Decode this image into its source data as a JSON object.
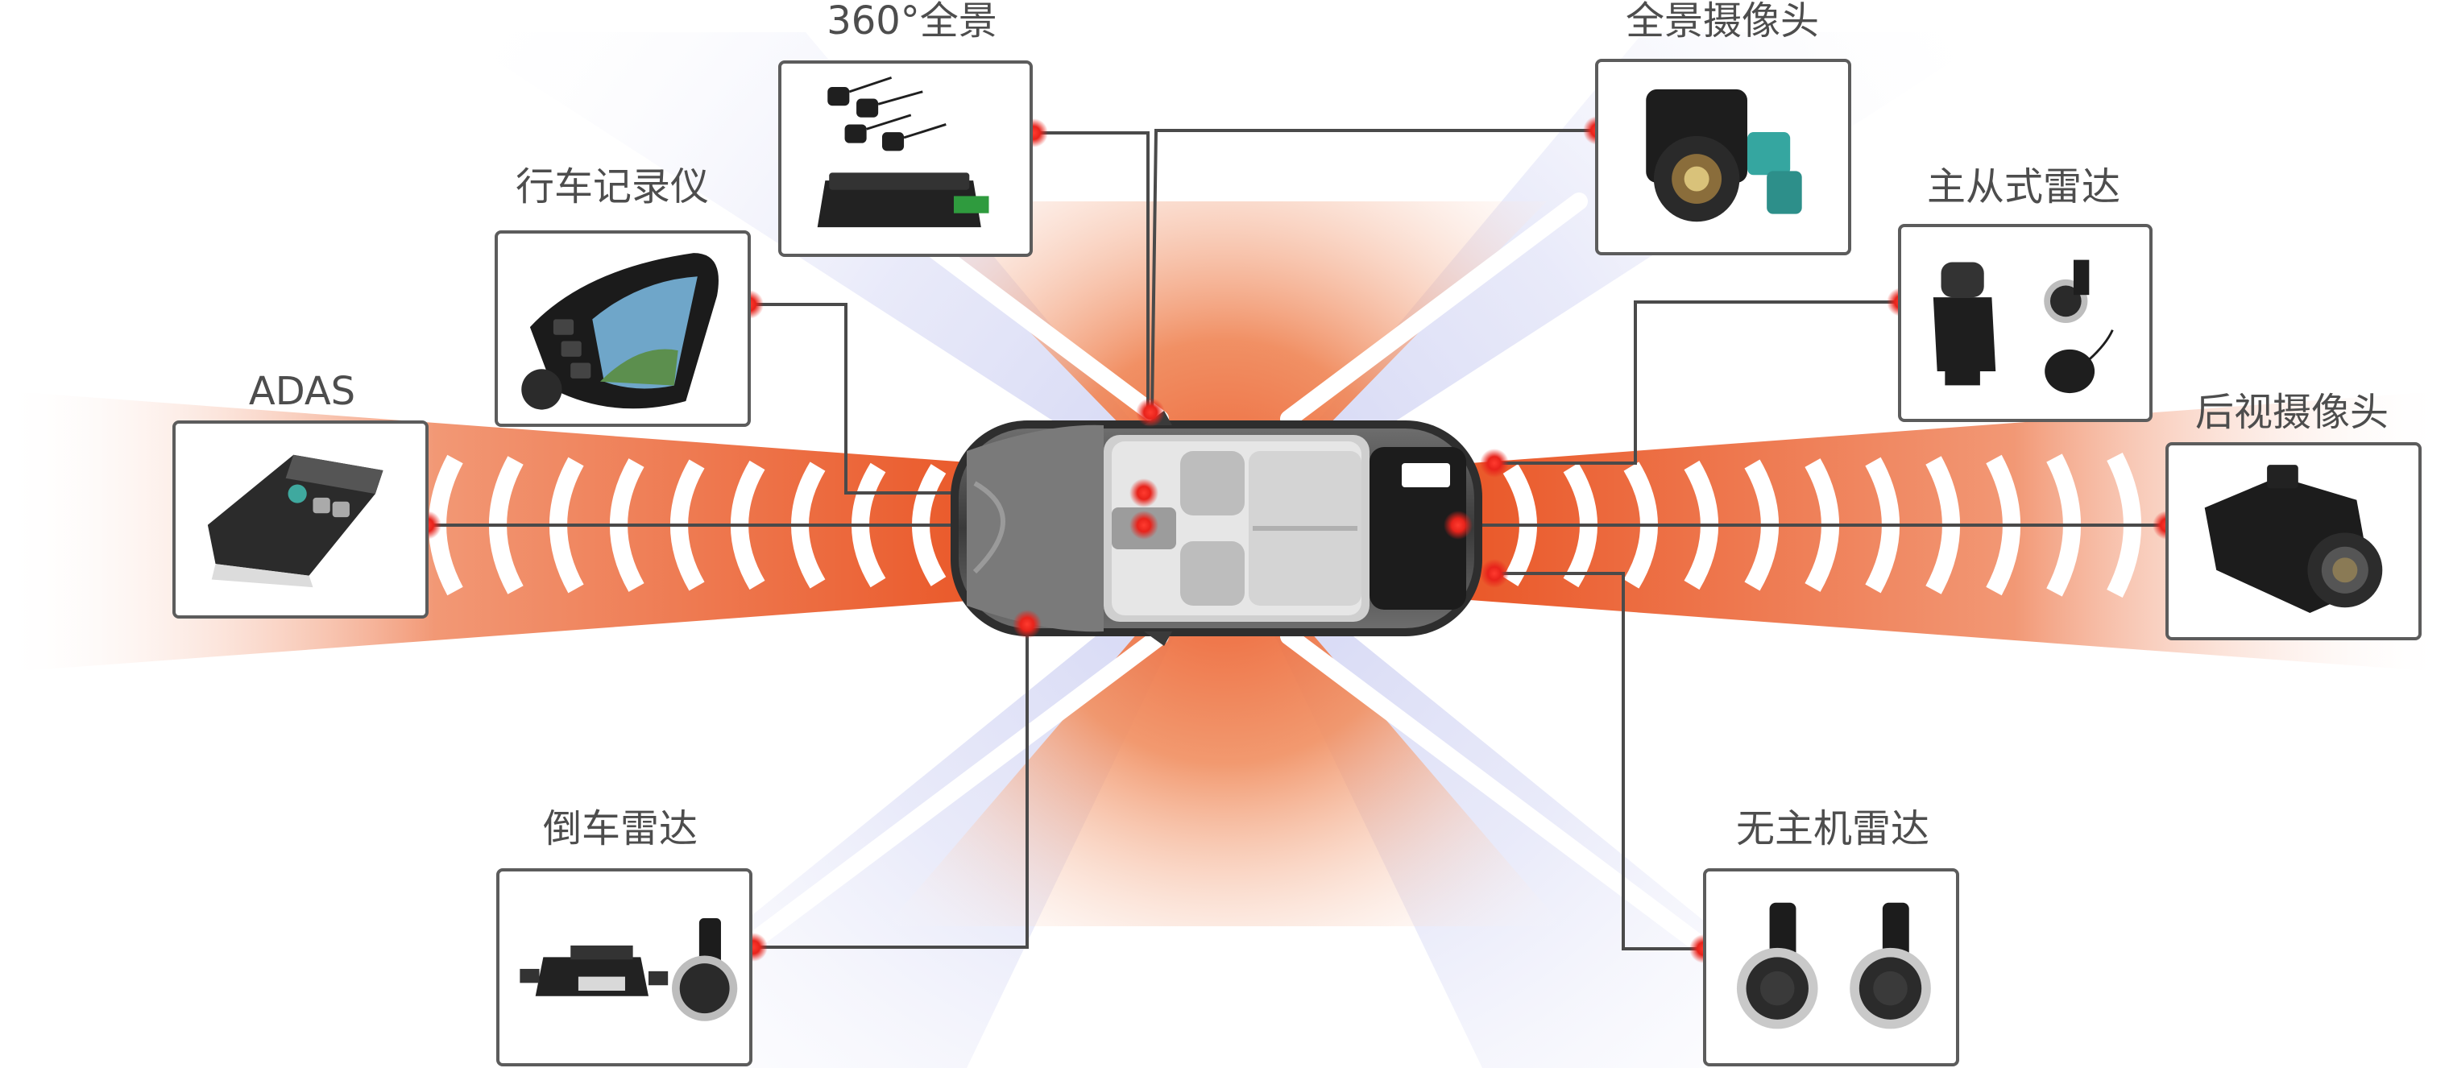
{
  "devices": {
    "panorama360": {
      "label": "360°全景",
      "icon": "surround-view-camera-kit-icon"
    },
    "panorama_camera": {
      "label": "全景摄像头",
      "icon": "panoramic-camera-icon"
    },
    "dashcam": {
      "label": "行车记录仪",
      "icon": "dashcam-mirror-icon"
    },
    "master_slave_radar": {
      "label": "主从式雷达",
      "icon": "radar-sensor-pair-icon"
    },
    "adas": {
      "label": "ADAS",
      "icon": "adas-unit-icon"
    },
    "rear_camera": {
      "label": "后视摄像头",
      "icon": "rear-view-camera-icon"
    },
    "reverse_radar": {
      "label": "倒车雷达",
      "icon": "reverse-radar-icon"
    },
    "hostless_radar": {
      "label": "无主机雷达",
      "icon": "hostless-radar-icon"
    }
  },
  "colors": {
    "beam_orange": "#ee6a3a",
    "beam_lavender": "#d6d8f4",
    "connector": "#4a4a4a",
    "dot": "#e8231b",
    "box_border": "#5c5c5c",
    "label": "#4d4d4d"
  }
}
